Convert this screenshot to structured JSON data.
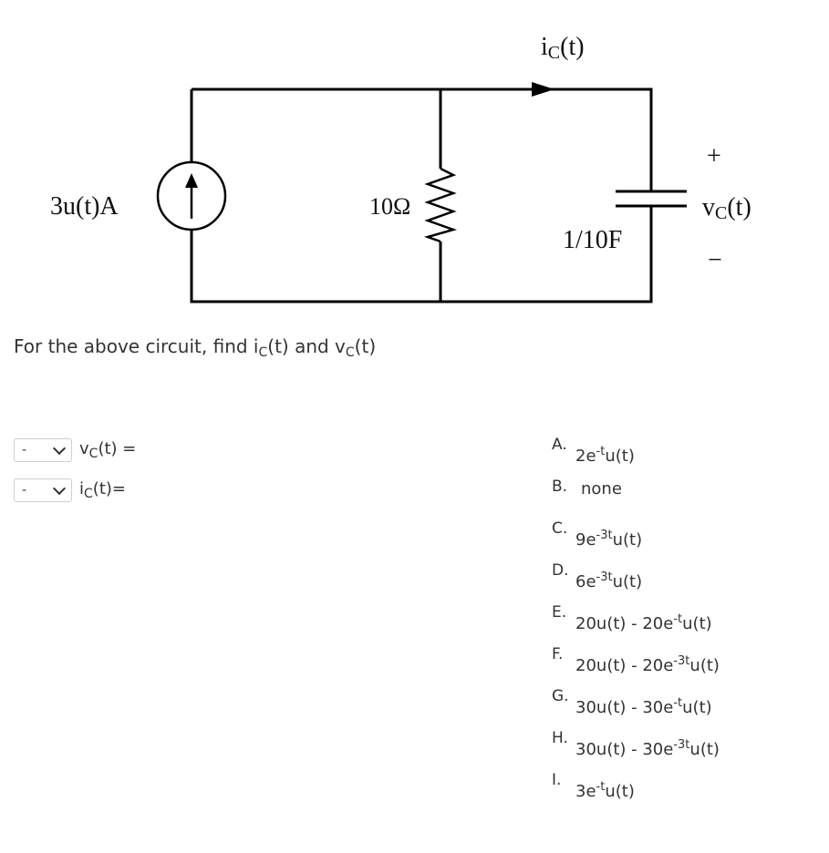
{
  "circuit": {
    "current_label": "i",
    "current_sub": "C",
    "current_arg": "(t)",
    "source_label": "3u(t)A",
    "resistor_label": "10Ω",
    "capacitor_label": "1/10F",
    "voltage_label": "v",
    "voltage_sub": "C",
    "voltage_arg": "(t)",
    "plus": "+",
    "minus": "−"
  },
  "question": {
    "prefix": "For the above circuit, find i",
    "sub1": "C",
    "middle": "(t) and v",
    "sub2": "C",
    "suffix": "(t)"
  },
  "selects": [
    {
      "value": "-",
      "label_main": "v",
      "label_sub": "C",
      "label_rest": "(t) ="
    },
    {
      "value": "-",
      "label_main": "i",
      "label_sub": "C",
      "label_rest": "(t)="
    }
  ],
  "options": [
    {
      "letter": "A.",
      "pre": "2e",
      "sup": "-t",
      "post": "u(t)"
    },
    {
      "letter": "B.",
      "pre": "none",
      "sup": "",
      "post": ""
    },
    {
      "letter": "C.",
      "pre": "9e",
      "sup": "-3t",
      "post": "u(t)"
    },
    {
      "letter": "D.",
      "pre": "6e",
      "sup": "-3t",
      "post": "u(t)"
    },
    {
      "letter": "E.",
      "pre": "20u(t) - 20e",
      "sup": "-t",
      "post": "u(t)"
    },
    {
      "letter": "F.",
      "pre": "20u(t) - 20e",
      "sup": "-3t",
      "post": "u(t)"
    },
    {
      "letter": "G.",
      "pre": "30u(t) - 30e",
      "sup": "-t",
      "post": "u(t)"
    },
    {
      "letter": "H.",
      "pre": "30u(t) - 30e",
      "sup": "-3t",
      "post": "u(t)"
    },
    {
      "letter": "I.",
      "pre": "3e",
      "sup": "-t",
      "post": "u(t)"
    }
  ]
}
